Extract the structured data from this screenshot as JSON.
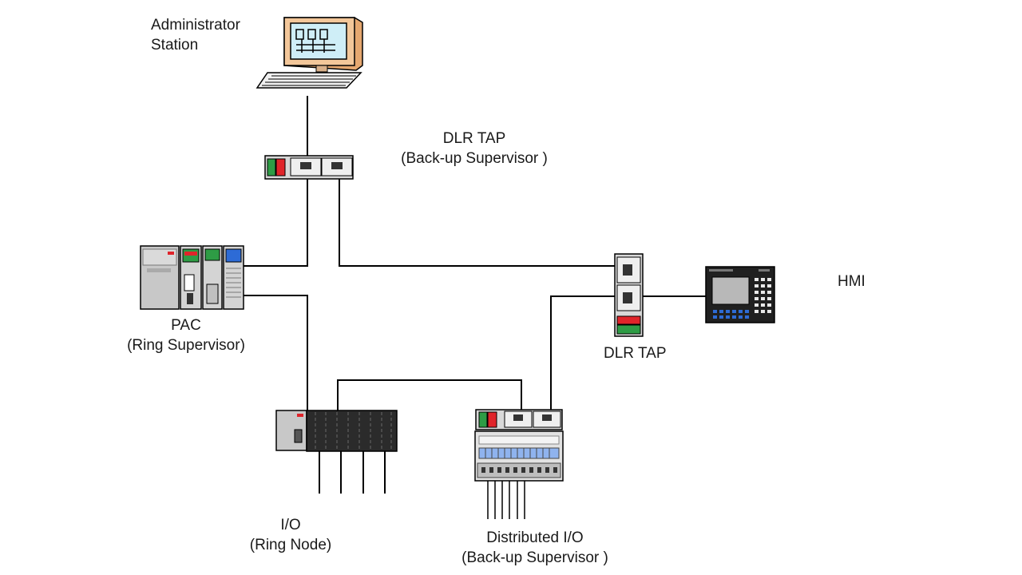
{
  "labels": {
    "admin": [
      "Administrator",
      "Station"
    ],
    "dlr_tap_top": [
      "DLR TAP",
      "(Back-up Supervisor )"
    ],
    "pac": [
      "PAC",
      "(Ring Supervisor)"
    ],
    "dlr_tap_right": [
      "DLR TAP"
    ],
    "hmi": [
      "HMI"
    ],
    "io": [
      "I/O",
      "(Ring Node)"
    ],
    "distributed_io": [
      "Distributed I/O",
      "(Back-up Supervisor )"
    ]
  },
  "colors": {
    "line": "#000000",
    "monitor": "#f3c79a",
    "screen": "#cfeef7",
    "device_gray": "#c8c8c8",
    "led_red": "#e0242a",
    "led_green": "#2e9c45",
    "hmi_body": "#202020",
    "hmi_screen": "#b8b8b8",
    "hmi_keys_blue": "#2d6bd6"
  }
}
